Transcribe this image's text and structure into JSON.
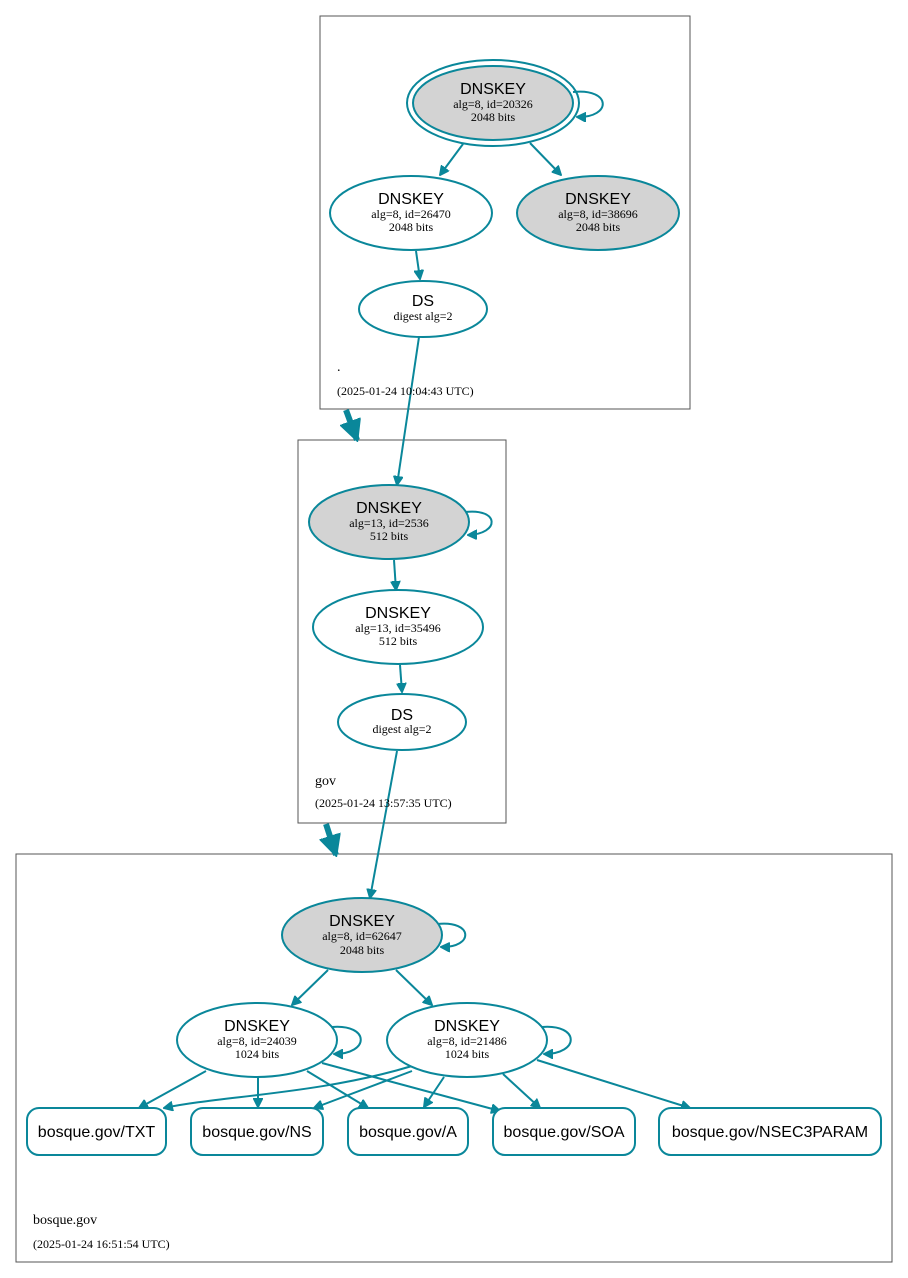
{
  "zones": {
    "root": {
      "name": ".",
      "timestamp": "(2025-01-24 10:04:43 UTC)",
      "ksk": {
        "type": "DNSKEY",
        "params": "alg=8, id=20326",
        "size": "2048 bits"
      },
      "zsk1": {
        "type": "DNSKEY",
        "params": "alg=8, id=26470",
        "size": "2048 bits"
      },
      "ksk2": {
        "type": "DNSKEY",
        "params": "alg=8, id=38696",
        "size": "2048 bits"
      },
      "ds": {
        "type": "DS",
        "params": "digest alg=2"
      }
    },
    "gov": {
      "name": "gov",
      "timestamp": "(2025-01-24 13:57:35 UTC)",
      "ksk": {
        "type": "DNSKEY",
        "params": "alg=13, id=2536",
        "size": "512 bits"
      },
      "zsk": {
        "type": "DNSKEY",
        "params": "alg=13, id=35496",
        "size": "512 bits"
      },
      "ds": {
        "type": "DS",
        "params": "digest alg=2"
      }
    },
    "bosque": {
      "name": "bosque.gov",
      "timestamp": "(2025-01-24 16:51:54 UTC)",
      "ksk": {
        "type": "DNSKEY",
        "params": "alg=8, id=62647",
        "size": "2048 bits"
      },
      "zsk1": {
        "type": "DNSKEY",
        "params": "alg=8, id=24039",
        "size": "1024 bits"
      },
      "zsk2": {
        "type": "DNSKEY",
        "params": "alg=8, id=21486",
        "size": "1024 bits"
      },
      "records": {
        "txt": "bosque.gov/TXT",
        "ns": "bosque.gov/NS",
        "a": "bosque.gov/A",
        "soa": "bosque.gov/SOA",
        "nsec3param": "bosque.gov/NSEC3PARAM"
      }
    }
  },
  "colors": {
    "edge": "#0a879a",
    "ksk_fill": "#d3d3d3",
    "border": "#555555"
  }
}
